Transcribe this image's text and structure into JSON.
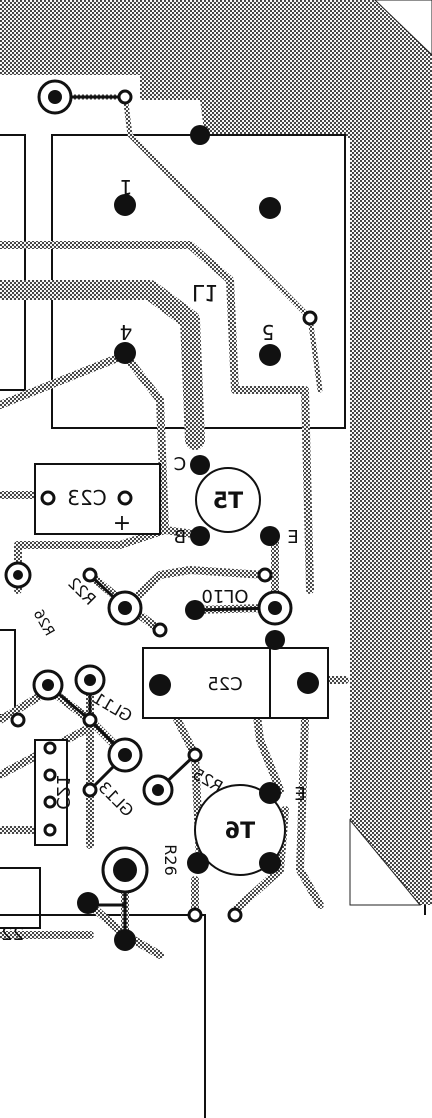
{
  "labels": {
    "l1": "L1",
    "t5": "T5",
    "t6": "T6",
    "c23": "C23",
    "c25": "C25",
    "c21": "C21",
    "r25": "R25",
    "r22": "R22",
    "r26": "R26",
    "ol10": "OL10",
    "gl13": "GL13",
    "gl11": "GL11",
    "pin_c": "C",
    "pin_b": "B",
    "pin_e_t5": "E",
    "pin_e_t6": "E",
    "pin_1": "1",
    "pin_4": "4",
    "pin_5": "5",
    "plus": "+",
    "edge": "22"
  },
  "colors": {
    "copper": "#bdbdbd",
    "ink": "#111111",
    "paper": "#ffffff"
  }
}
